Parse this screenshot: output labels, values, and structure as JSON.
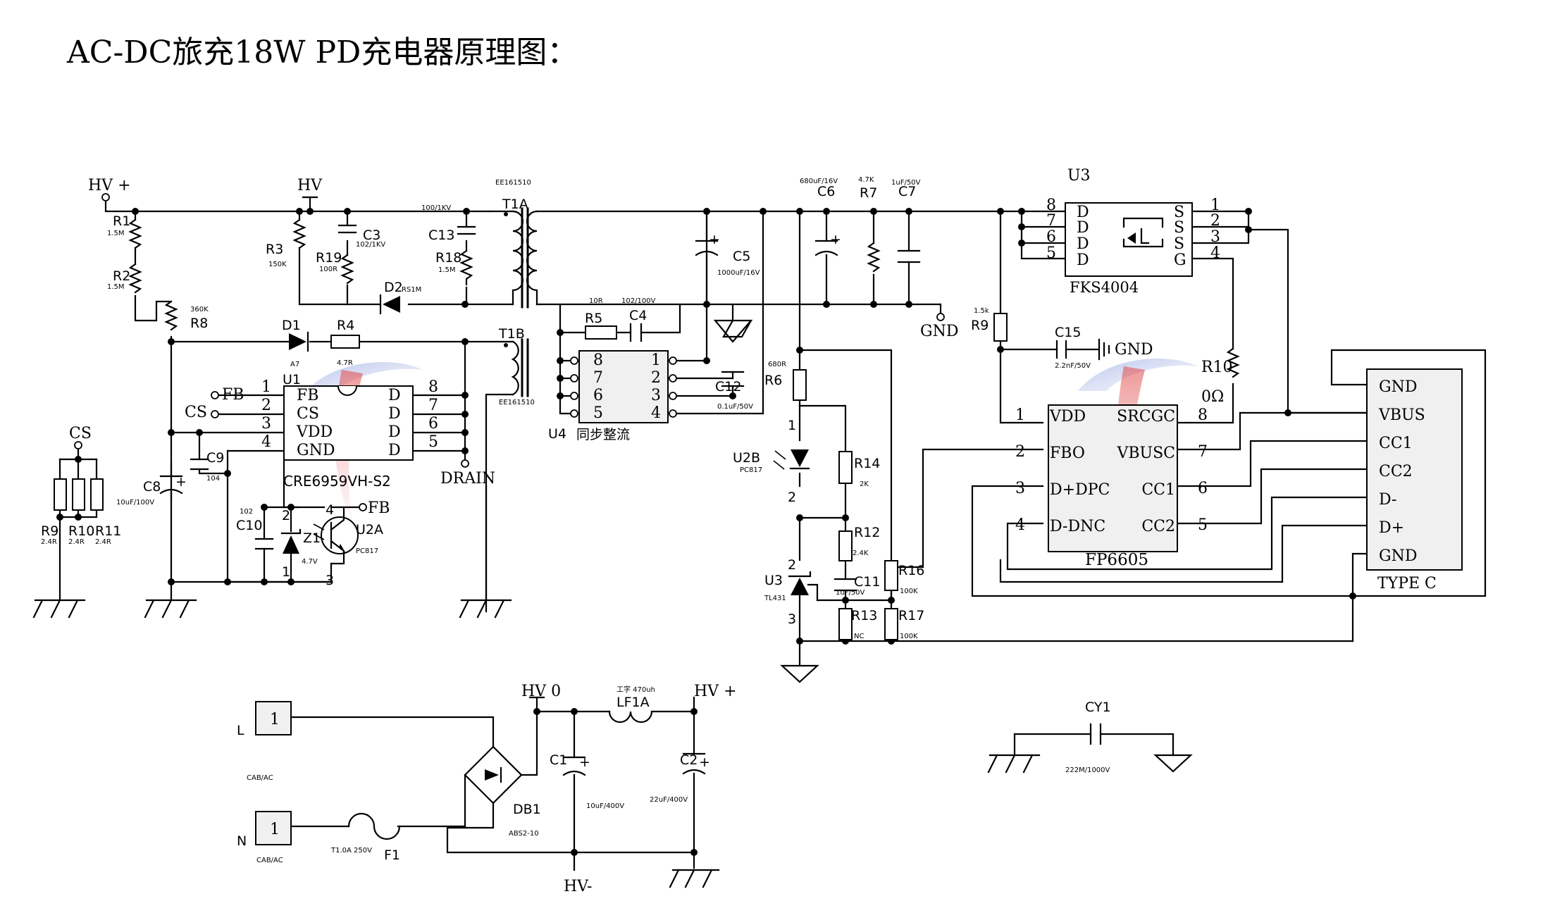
{
  "title": "AC-DC旅充18W PD充电器原理图：",
  "nets": {
    "hv_plus": "HV +",
    "hv": "HV",
    "hv_0": "HV  0",
    "hv_minus": "HV-",
    "gnd": "GND",
    "cs": "CS",
    "fb": "FB",
    "drain": "DRAIN"
  },
  "components": {
    "R1": {
      "ref": "R1",
      "value": "1.5M"
    },
    "R2": {
      "ref": "R2",
      "value": "1.5M"
    },
    "R3": {
      "ref": "R3",
      "value": "150K"
    },
    "R4": {
      "ref": "R4",
      "value": "4.7R"
    },
    "R5": {
      "ref": "R5",
      "value": "10R"
    },
    "R6": {
      "ref": "R6",
      "value": "680R"
    },
    "R7": {
      "ref": "R7",
      "value": "4.7K"
    },
    "R8": {
      "ref": "R8",
      "value": "360K"
    },
    "R9a": {
      "ref": "R9",
      "value": "2.4R"
    },
    "R9b": {
      "ref": "R9",
      "value": "1.5k"
    },
    "R10a": {
      "ref": "R10",
      "value": "2.4R"
    },
    "R10b": {
      "ref": "R10",
      "value": "0Ω"
    },
    "R11": {
      "ref": "R11",
      "value": "2.4R"
    },
    "R12": {
      "ref": "R12",
      "value": "2.4K"
    },
    "R13": {
      "ref": "R13",
      "value": "NC"
    },
    "R14": {
      "ref": "R14",
      "value": "2K"
    },
    "R16": {
      "ref": "R16",
      "value": "100K"
    },
    "R17": {
      "ref": "R17",
      "value": "100K"
    },
    "R18": {
      "ref": "R18",
      "value": "1.5M"
    },
    "R19": {
      "ref": "R19",
      "value": "100R"
    },
    "C1": {
      "ref": "C1",
      "value": "10uF/400V"
    },
    "C2": {
      "ref": "C2",
      "value": "22uF/400V"
    },
    "C3": {
      "ref": "C3",
      "value": "102/1KV"
    },
    "C4": {
      "ref": "C4",
      "value": "102/100V"
    },
    "C5": {
      "ref": "C5",
      "value": "1000uF/16V"
    },
    "C6": {
      "ref": "C6",
      "value": "680uF/16V"
    },
    "C7": {
      "ref": "C7",
      "value": "1uF/50V"
    },
    "C8": {
      "ref": "C8",
      "value": "10uF/100V"
    },
    "C9": {
      "ref": "C9",
      "value": "104"
    },
    "C10": {
      "ref": "C10",
      "value": "102"
    },
    "C11": {
      "ref": "C11",
      "value": "1uF/50V"
    },
    "C12": {
      "ref": "C12",
      "value": "0.1uF/50V"
    },
    "C13": {
      "ref": "C13",
      "value": "100/1KV"
    },
    "C15": {
      "ref": "C15",
      "value": "2.2nF/50V"
    },
    "CY1": {
      "ref": "CY1",
      "value": "222M/1000V"
    },
    "D1": {
      "ref": "D1",
      "value": "A7"
    },
    "D2": {
      "ref": "D2",
      "value": "RS1M"
    },
    "Z1": {
      "ref": "Z1",
      "value": "4.7V"
    },
    "DB1": {
      "ref": "DB1",
      "value": "ABS2-10"
    },
    "F1": {
      "ref": "F1",
      "value": "T1.0A 250V"
    },
    "LF1A": {
      "ref": "LF1A",
      "value": "工字 470uh"
    },
    "T1A": {
      "ref": "T1A",
      "value": "EE161510"
    },
    "T1B": {
      "ref": "T1B",
      "value": "EE161510"
    },
    "U2A": {
      "ref": "U2A",
      "value": "PC817"
    },
    "U2B": {
      "ref": "U2B",
      "value": "PC817"
    },
    "U3tl": {
      "ref": "U3",
      "value": "TL431"
    },
    "U3m": {
      "ref": "U3",
      "part": "FKS4004"
    },
    "U4": {
      "ref": "U4",
      "part": "同步整流"
    },
    "L": {
      "ref": "L",
      "value": "CAB/AC",
      "pin": "1"
    },
    "N": {
      "ref": "N",
      "value": "CAB/AC",
      "pin": "1"
    }
  },
  "u1": {
    "ref": "U1",
    "part": "CRE6959VH-S2",
    "left_pins": [
      {
        "num": "1",
        "name": "FB"
      },
      {
        "num": "2",
        "name": "CS"
      },
      {
        "num": "3",
        "name": "VDD"
      },
      {
        "num": "4",
        "name": "GND"
      }
    ],
    "right_pins": [
      {
        "num": "8",
        "name": "D"
      },
      {
        "num": "7",
        "name": "D"
      },
      {
        "num": "6",
        "name": "D"
      },
      {
        "num": "5",
        "name": "D"
      }
    ]
  },
  "u4_pins": {
    "left": [
      "8",
      "7",
      "6",
      "5"
    ],
    "right": [
      "1",
      "2",
      "3",
      "4"
    ]
  },
  "fks4004": {
    "left_nums": [
      "8",
      "7",
      "6",
      "5"
    ],
    "left_names": [
      "D",
      "D",
      "D",
      "D"
    ],
    "right_nums": [
      "1",
      "2",
      "3",
      "4"
    ],
    "right_names": [
      "S",
      "S",
      "S",
      "G"
    ]
  },
  "fp6605": {
    "part": "FP6605",
    "left": [
      {
        "num": "1",
        "name": "VDD"
      },
      {
        "num": "2",
        "name": "FBO"
      },
      {
        "num": "3",
        "name": "D+DPC"
      },
      {
        "num": "4",
        "name": "D-DNC"
      }
    ],
    "right": [
      {
        "num": "8",
        "name": "SRCGC"
      },
      {
        "num": "7",
        "name": "VBUSC"
      },
      {
        "num": "6",
        "name": "CC1"
      },
      {
        "num": "5",
        "name": "CC2"
      }
    ]
  },
  "typec": {
    "label": "TYPE C",
    "pins": [
      "GND",
      "VBUS",
      "CC1",
      "CC2",
      "D-",
      "D+",
      "GND"
    ]
  },
  "pin_nums": {
    "one": "1",
    "two": "2",
    "three": "3",
    "four": "4"
  },
  "colors": {
    "watermark_blue": "#7a8fd8",
    "watermark_red": "#e25050",
    "chip_fill": "#f0f0f0"
  }
}
